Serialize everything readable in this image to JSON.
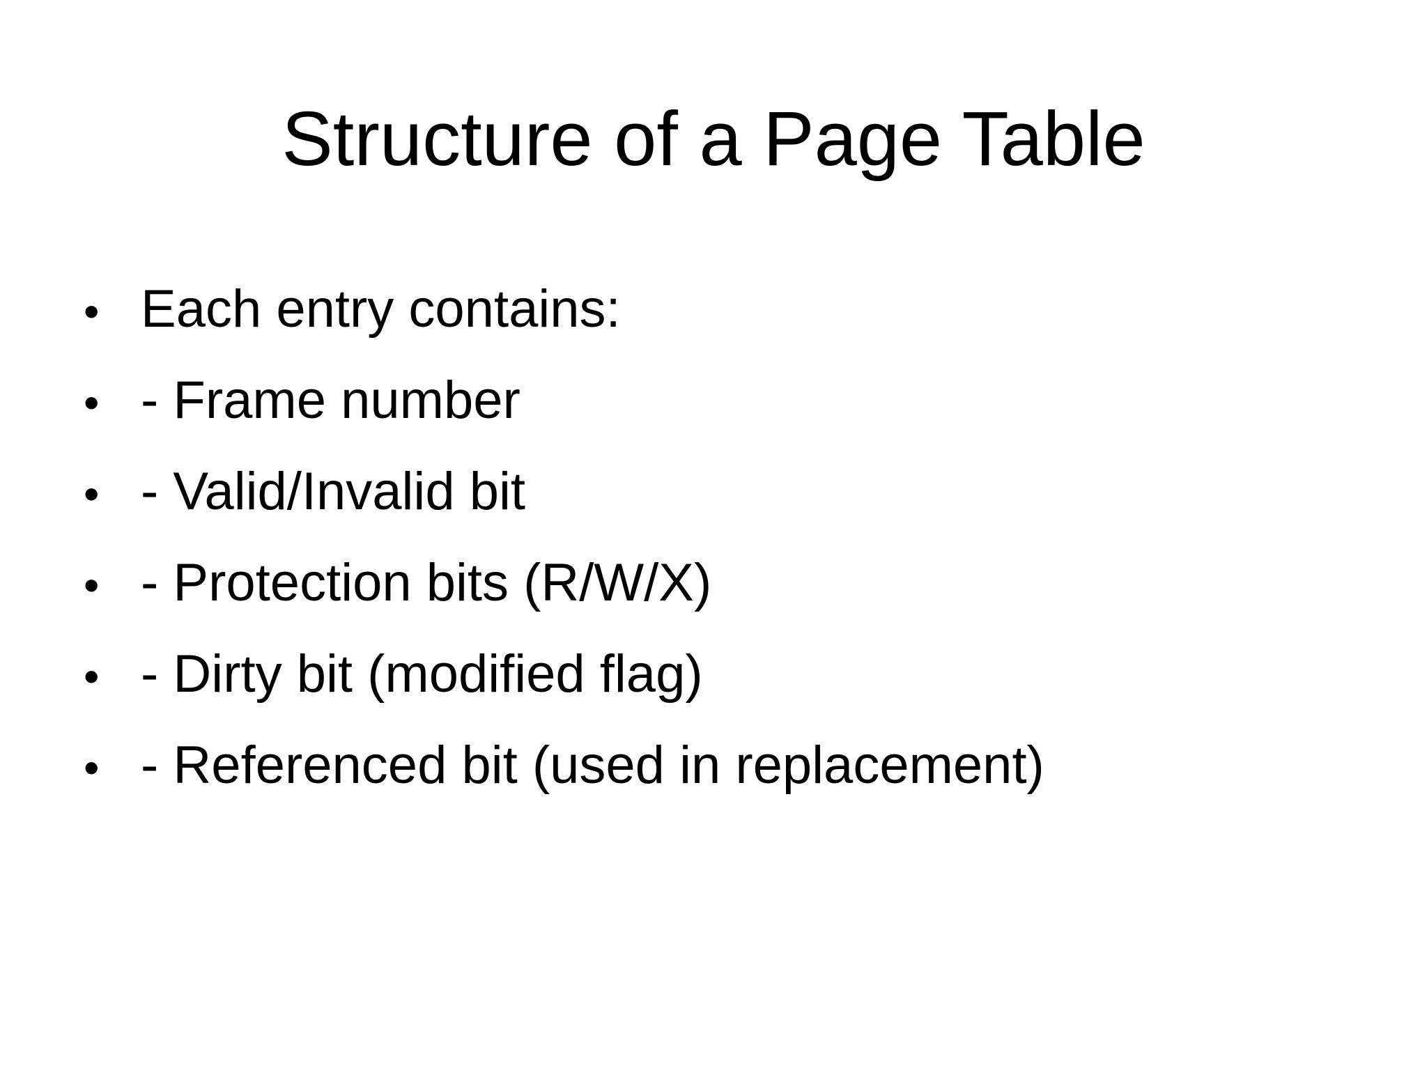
{
  "slide": {
    "title": "Structure of a Page Table",
    "bullet_symbol": "•",
    "bullets": [
      "Each entry contains:",
      "- Frame number",
      "- Valid/Invalid bit",
      "- Protection bits (R/W/X)",
      "- Dirty bit (modified flag)",
      "- Referenced bit (used in replacement)"
    ]
  }
}
